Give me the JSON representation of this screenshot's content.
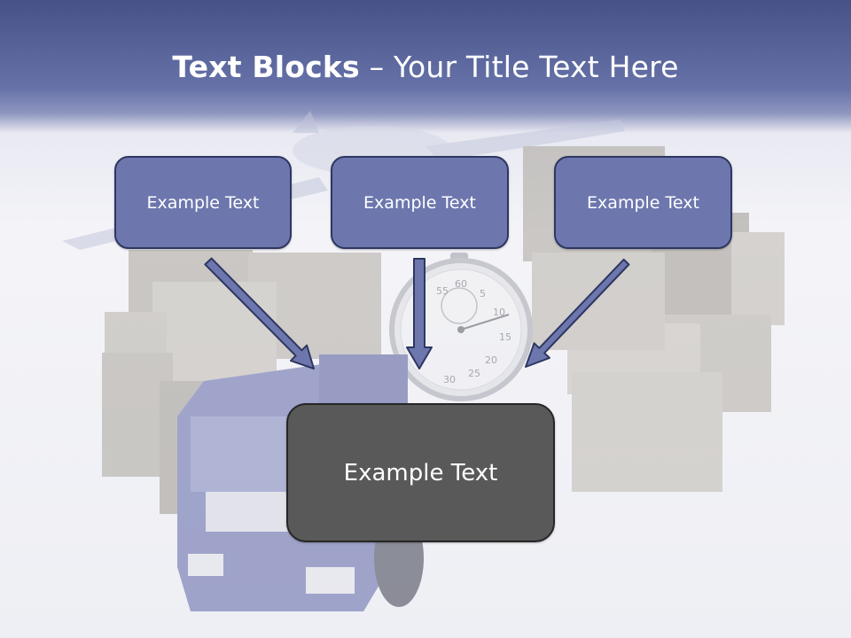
{
  "title": {
    "bold": "Text Blocks",
    "separator": " – ",
    "rest": "Your Title Text Here"
  },
  "blocks": [
    {
      "label": "Example Text"
    },
    {
      "label": "Example Text"
    },
    {
      "label": "Example Text"
    }
  ],
  "center_block": {
    "label": "Example Text"
  },
  "colors": {
    "header": "#5b67a0",
    "block": "#6d77ae",
    "block_border": "#2e3761",
    "center_block": "#595959",
    "arrow": "#6d77ae"
  },
  "stopwatch_dial": [
    "55",
    "60",
    "5",
    "10",
    "15",
    "20",
    "25",
    "30"
  ]
}
